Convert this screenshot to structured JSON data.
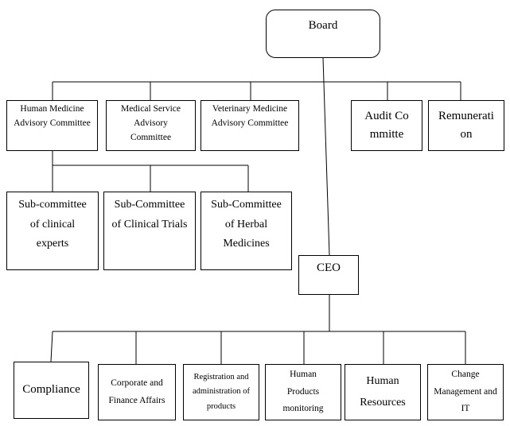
{
  "board": "Board",
  "advisory": [
    "Human Medicine Advisory Committee",
    "Medical Service Advisory Committee",
    "Veterinary Medicine Advisory Committee"
  ],
  "committees": [
    "Audit Committe",
    "Remuneration"
  ],
  "subcommittees": [
    "Sub-committee of clinical experts",
    "Sub-Committee of Clinical Trials",
    "Sub-Committee of Herbal Medicines"
  ],
  "ceo": "CEO",
  "departments": [
    "Compliance",
    "Corporate and Finance Affairs",
    "Registration and administration of products",
    "Human Products monitoring",
    "Human Resources",
    "Change Management and IT"
  ]
}
